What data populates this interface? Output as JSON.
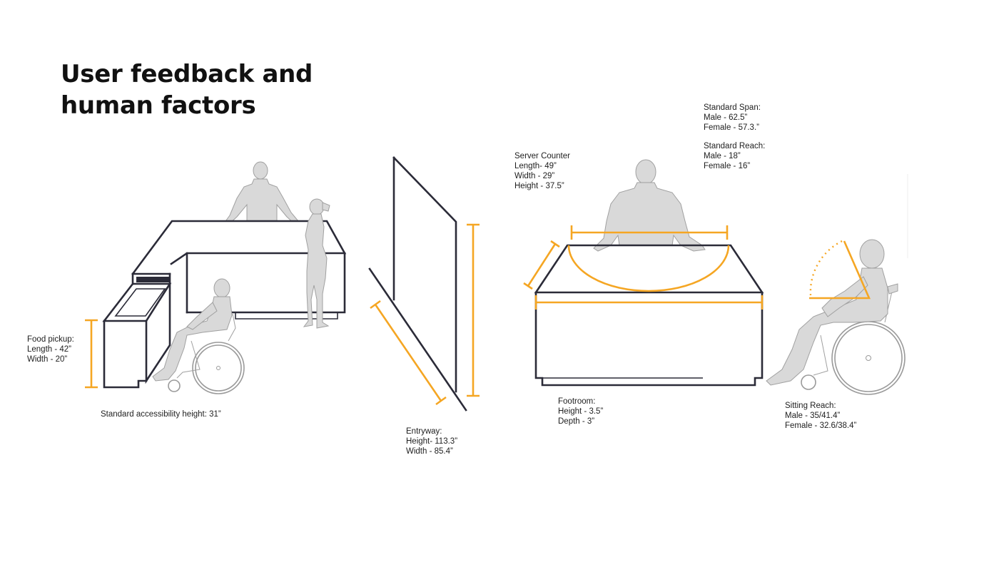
{
  "title": {
    "line1": "User feedback and",
    "line2": "human factors"
  },
  "labels": {
    "food_pickup": [
      "Food pickup:",
      "Length - 42”",
      "Width - 20”"
    ],
    "accessibility": "Standard accessibility height: 31”",
    "entryway": [
      "Entryway:",
      "Height- 113.3”",
      "Width - 85.4”"
    ],
    "server_counter": [
      "Server Counter",
      "Length- 49”",
      "Width - 29”",
      "Height - 37.5”"
    ],
    "standard_span": [
      "Standard Span:",
      "Male - 62.5”",
      "Female  - 57.3.”"
    ],
    "standard_reach": [
      "Standard Reach:",
      "Male - 18”",
      "Female  - 16”"
    ],
    "footroom": [
      "Footroom:",
      "Height - 3.5”",
      "Depth - 3”"
    ],
    "sitting_reach": [
      "Sitting Reach:",
      "Male - 35/41.4”",
      "Female  - 32.6/38.4”"
    ]
  },
  "colors": {
    "line": "#2b2b38",
    "accent": "#f5a623",
    "figure": "#d9d9d9",
    "figure_stroke": "#9a9a9a",
    "text": "#1e1e1e"
  }
}
